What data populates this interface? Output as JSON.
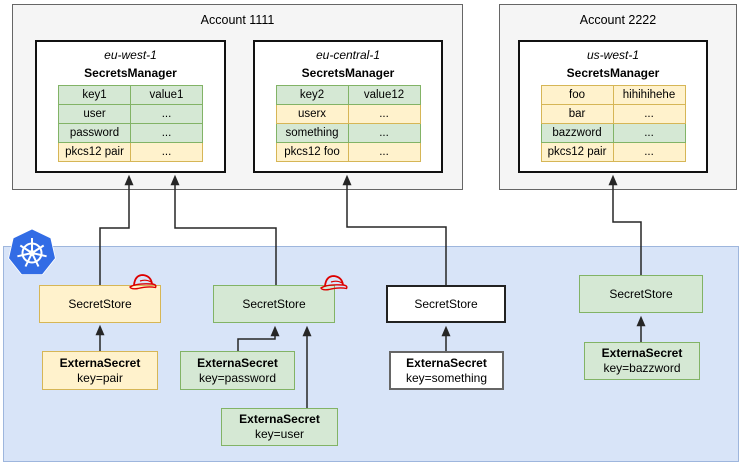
{
  "palette": {
    "yellow_fill": "#FFF2CC",
    "yellow_border": "#D6B656",
    "green_fill": "#D5E8D4",
    "green_border": "#82B366",
    "account_fill": "#F5F5F5",
    "account_border": "#666666",
    "band_fill": "#D8E4F8",
    "band_border": "#9EB6DD",
    "kubernetes_blue": "#326CE5",
    "redhat_red": "#DD0000",
    "arrow_color": "#262626"
  },
  "accounts": [
    {
      "name": "Account 1111",
      "regions": [
        {
          "name": "eu-west-1",
          "service": "SecretsManager",
          "rows": [
            {
              "key": "key1",
              "value": "value1",
              "color": "green"
            },
            {
              "key": "user",
              "value": "...",
              "color": "green"
            },
            {
              "key": "password",
              "value": "...",
              "color": "green"
            },
            {
              "key": "pkcs12 pair",
              "value": "...",
              "color": "yellow"
            }
          ]
        },
        {
          "name": "eu-central-1",
          "service": "SecretsManager",
          "rows": [
            {
              "key": "key2",
              "value": "value12",
              "color": "green"
            },
            {
              "key": "userx",
              "value": "...",
              "color": "yellow"
            },
            {
              "key": "something",
              "value": "...",
              "color": "green"
            },
            {
              "key": "pkcs12 foo",
              "value": "...",
              "color": "yellow"
            }
          ]
        }
      ]
    },
    {
      "name": "Account 2222",
      "regions": [
        {
          "name": "us-west-1",
          "service": "SecretsManager",
          "rows": [
            {
              "key": "foo",
              "value": "hihihihehe",
              "color": "yellow"
            },
            {
              "key": "bar",
              "value": "...",
              "color": "yellow"
            },
            {
              "key": "bazzword",
              "value": "...",
              "color": "green"
            },
            {
              "key": "pkcs12 pair",
              "value": "...",
              "color": "yellow"
            }
          ]
        }
      ]
    }
  ],
  "cluster": {
    "kubernetes_icon": "kubernetes-logo",
    "redhat_icon": "redhat-fedora-icon",
    "secret_stores": [
      {
        "label": "SecretStore",
        "color": "yellow",
        "redhat_icon": true
      },
      {
        "label": "SecretStore",
        "color": "green",
        "redhat_icon": true
      },
      {
        "label": "SecretStore",
        "color": "white",
        "redhat_icon": false
      },
      {
        "label": "SecretStore",
        "color": "green",
        "redhat_icon": false
      }
    ],
    "external_secrets": [
      {
        "title": "ExternaSecret",
        "key": "key=pair",
        "color": "yellow"
      },
      {
        "title": "ExternaSecret",
        "key": "key=password",
        "color": "green"
      },
      {
        "title": "ExternaSecret",
        "key": "key=user",
        "color": "green"
      },
      {
        "title": "ExternaSecret",
        "key": "key=something",
        "color": "white"
      },
      {
        "title": "ExternaSecret",
        "key": "key=bazzword",
        "color": "green"
      }
    ]
  }
}
